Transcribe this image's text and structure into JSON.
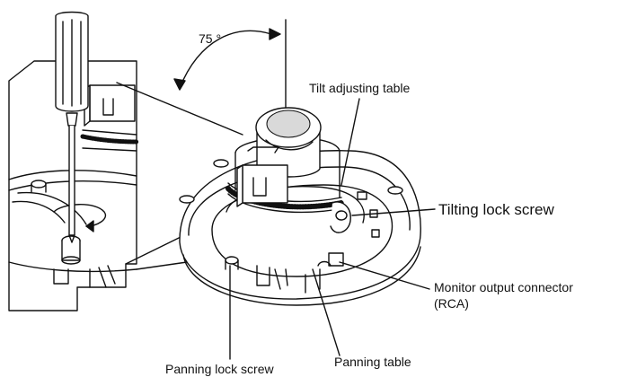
{
  "diagram": {
    "angle_label": "75 °",
    "labels": {
      "tilt_table": "Tilt adjusting table",
      "tilt_screw": "Tilting lock screw",
      "monitor_line1": "Monitor output connector",
      "monitor_line2": "(RCA)",
      "panning_table": "Panning table",
      "panning_screw": "Panning lock screw"
    },
    "colors": {
      "line": "#111111",
      "fill": "#ffffff",
      "lens": "#d9d9d9"
    },
    "icons": [
      "screwdriver-icon",
      "rotate-arrow-icon"
    ]
  }
}
